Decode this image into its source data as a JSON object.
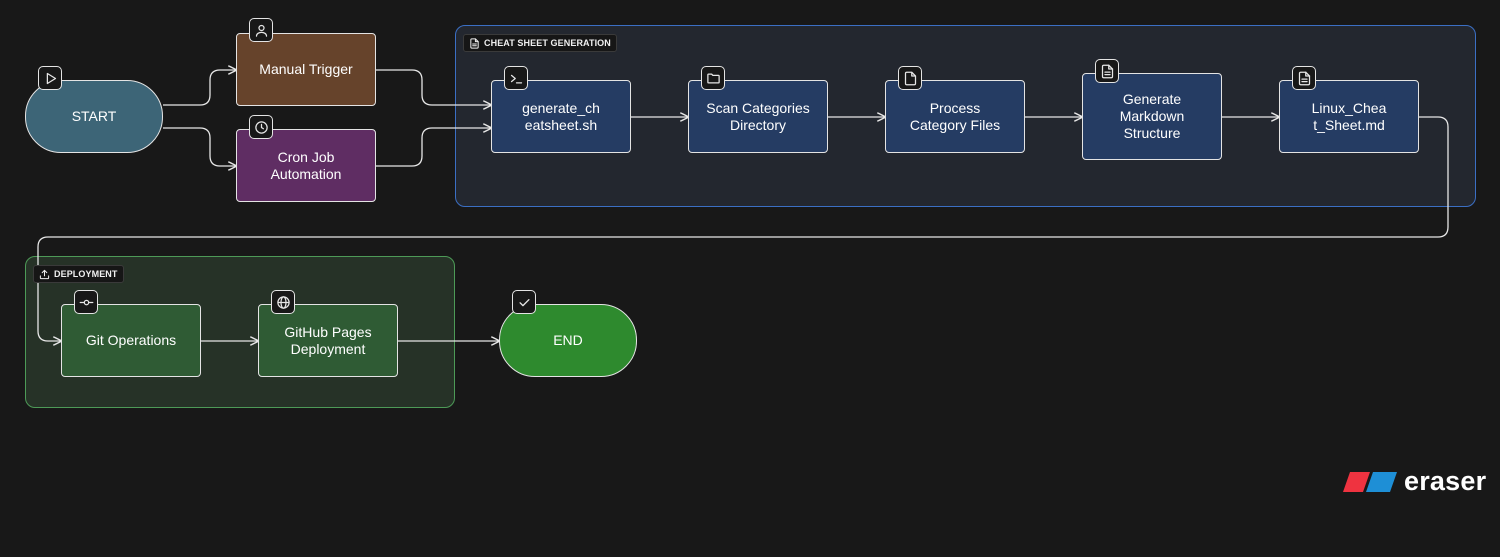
{
  "colors": {
    "start": "#3d6577",
    "manual": "#66432b",
    "cron": "#5f2d63",
    "generation": "#253c63",
    "deployment": "#2f5b34",
    "end": "#2e8a2e",
    "brand_red": "#ef3340",
    "brand_blue": "#1e8fd6"
  },
  "groups": {
    "generation": {
      "label": "CHEAT SHEET GENERATION",
      "icon": "file-text-icon"
    },
    "deployment": {
      "label": "DEPLOYMENT",
      "icon": "upload-icon"
    }
  },
  "nodes": {
    "start": {
      "label": "START",
      "icon": "play-icon"
    },
    "manual_trigger": {
      "label": "Manual Trigger",
      "icon": "user-icon"
    },
    "cron_job": {
      "label": "Cron Job\nAutomation",
      "icon": "clock-icon"
    },
    "generate_script": {
      "label": "generate_ch\neatsheet.sh",
      "icon": "terminal-icon"
    },
    "scan_categories": {
      "label": "Scan Categories\nDirectory",
      "icon": "folder-icon"
    },
    "process_files": {
      "label": "Process\nCategory Files",
      "icon": "file-icon"
    },
    "generate_markdown": {
      "label": "Generate\nMarkdown\nStructure",
      "icon": "file-text-icon"
    },
    "output_file": {
      "label": "Linux_Chea\nt_Sheet.md",
      "icon": "file-text-icon"
    },
    "git_ops": {
      "label": "Git Operations",
      "icon": "git-commit-icon"
    },
    "gh_pages": {
      "label": "GitHub Pages\nDeployment",
      "icon": "globe-icon"
    },
    "end": {
      "label": "END",
      "icon": "check-icon"
    }
  },
  "brand": {
    "name": "eraser"
  }
}
